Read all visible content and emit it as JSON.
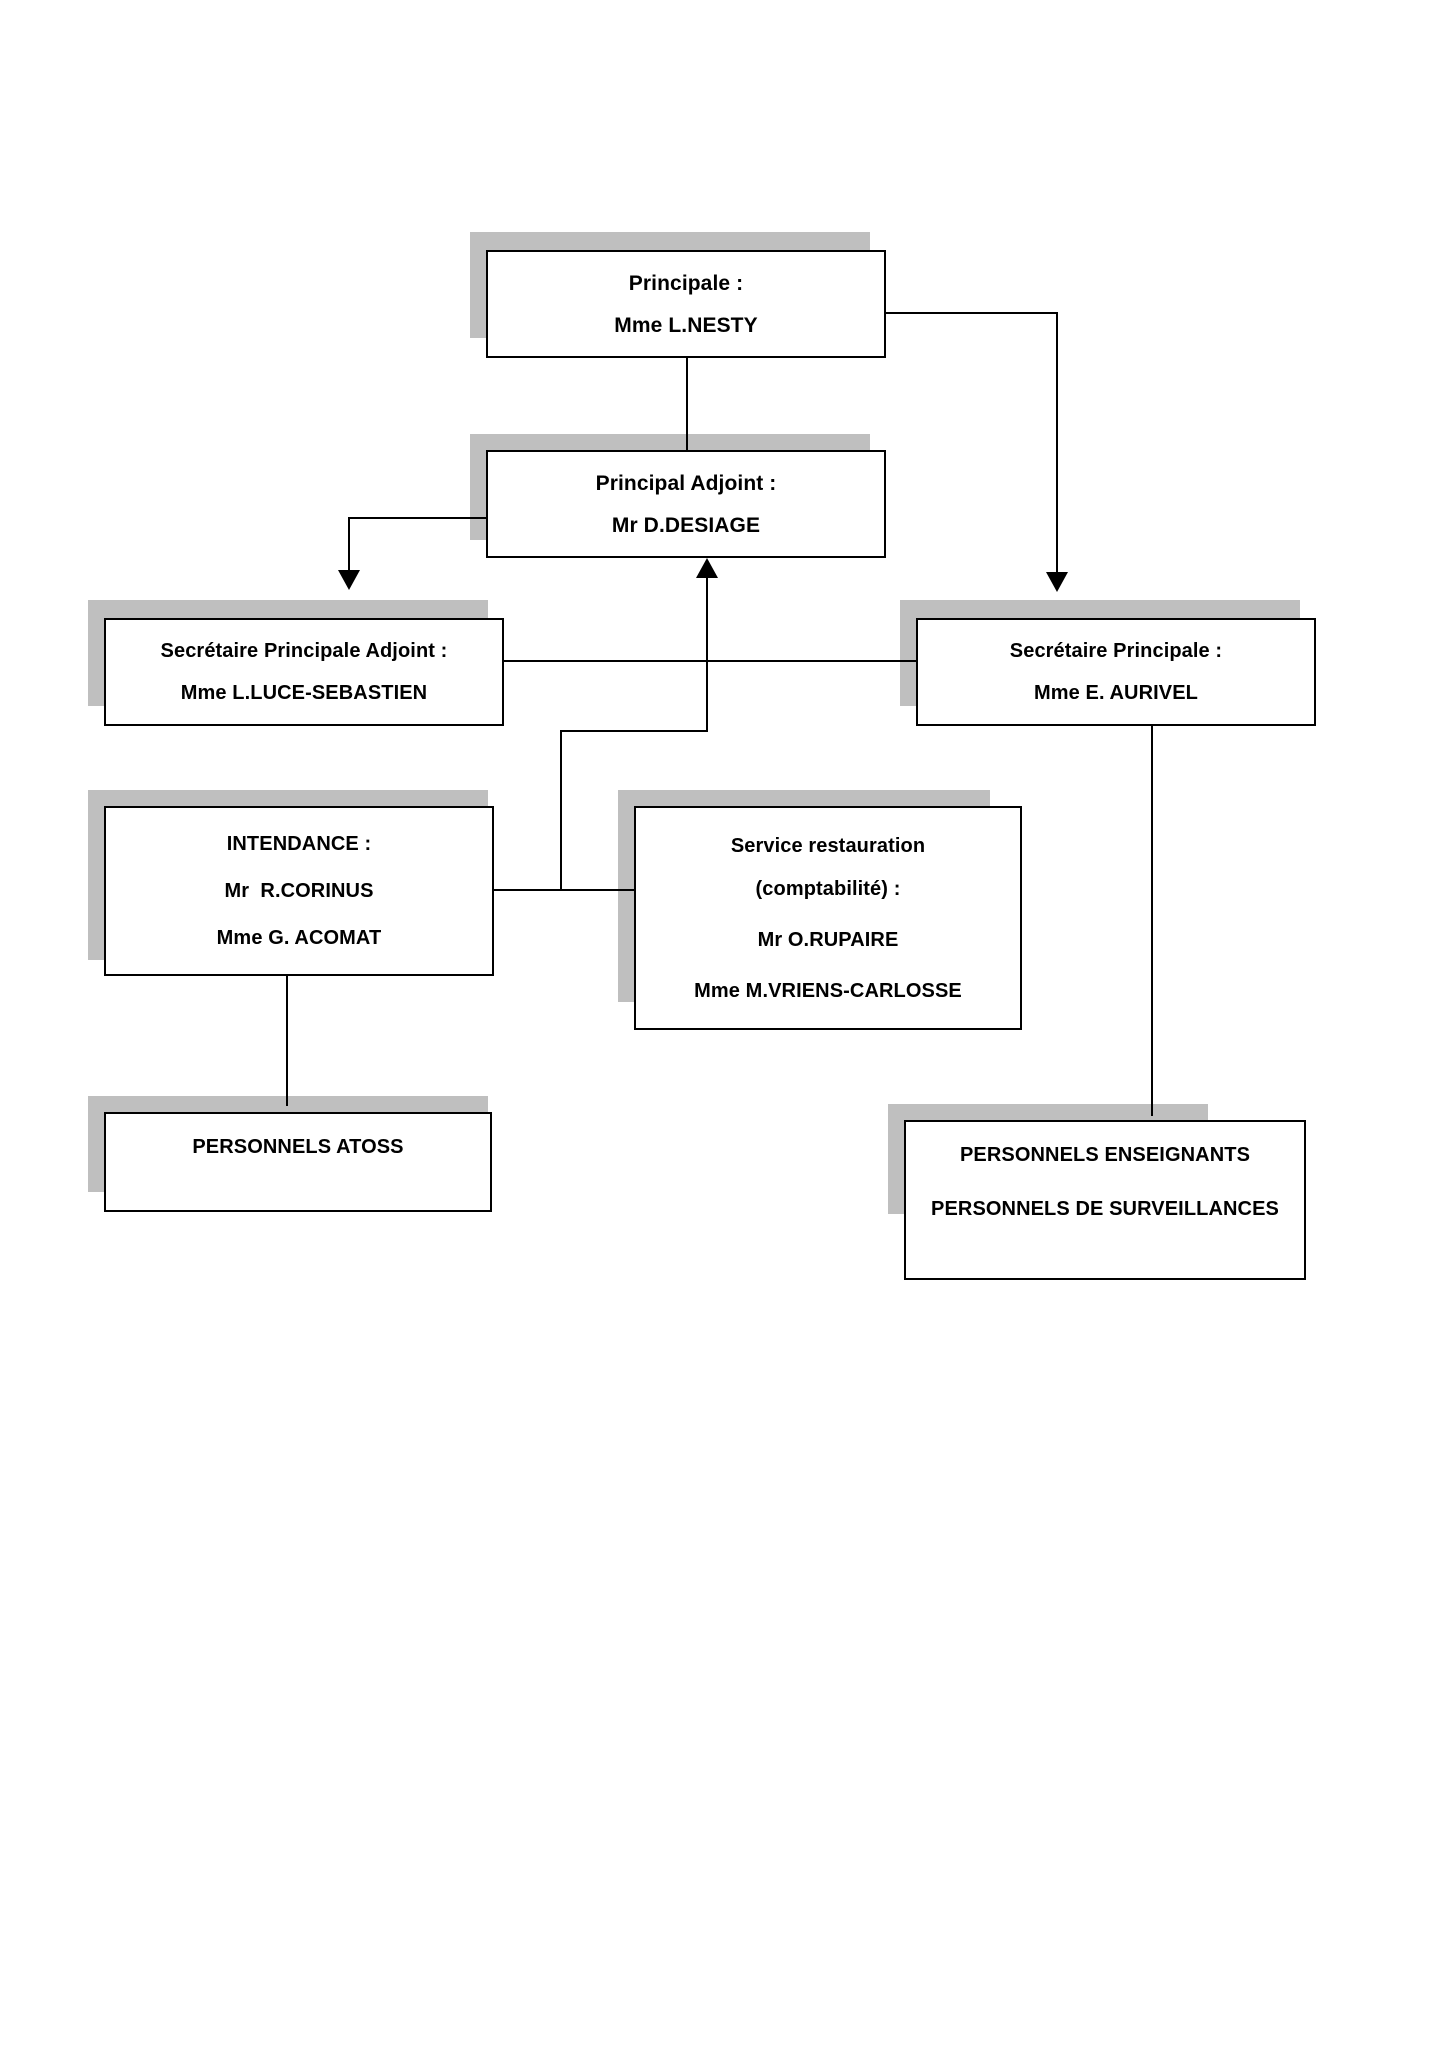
{
  "document": {
    "type": "organizational-chart",
    "title_text": "",
    "background_color": "#ffffff",
    "box_border_color": "#000000",
    "box_shadow_color": "#bfbfbf",
    "connector_color": "#000000"
  },
  "nodes": {
    "principale": {
      "line1": "Principale :",
      "line2": "Mme L.NESTY"
    },
    "principal_adjoint": {
      "line1": "Principal Adjoint :",
      "line2": "Mr D.DESIAGE"
    },
    "secretaire_principale_adjoint": {
      "line1": "Secrétaire Principale Adjoint :",
      "line2": "Mme L.LUCE-SEBASTIEN"
    },
    "secretaire_principale": {
      "line1": "Secrétaire Principale :",
      "line2": "Mme E. AURIVEL"
    },
    "intendance": {
      "line1": "INTENDANCE :",
      "line2": "Mr  R.CORINUS",
      "line3": "Mme G. ACOMAT"
    },
    "service_restauration": {
      "line1": "Service restauration",
      "line2": "(comptabilité) :",
      "line3": "Mr O.RUPAIRE",
      "line4": "Mme M.VRIENS-CARLOSSE"
    },
    "personnels_atoss": {
      "line1": "PERSONNELS ATOSS"
    },
    "personnels_enseignants": {
      "line1": "PERSONNELS ENSEIGNANTS",
      "line2": "PERSONNELS DE SURVEILLANCES"
    }
  },
  "connections": [
    {
      "from": "principale",
      "to": "principal_adjoint",
      "style": "plain"
    },
    {
      "from": "principale",
      "to": "secretaire_principale",
      "style": "arrow"
    },
    {
      "from": "principal_adjoint",
      "to": "secretaire_principale_adjoint",
      "style": "arrow"
    },
    {
      "from": "secretaire_principale_adjoint",
      "to": "secretaire_principale",
      "style": "plain"
    },
    {
      "from": "intendance",
      "to": "service_restauration",
      "style": "plain"
    },
    {
      "from": "service_restauration",
      "to": "principal_adjoint",
      "style": "arrow"
    },
    {
      "from": "intendance",
      "to": "personnels_atoss",
      "style": "plain"
    },
    {
      "from": "secretaire_principale",
      "to": "personnels_enseignants",
      "style": "plain"
    }
  ]
}
